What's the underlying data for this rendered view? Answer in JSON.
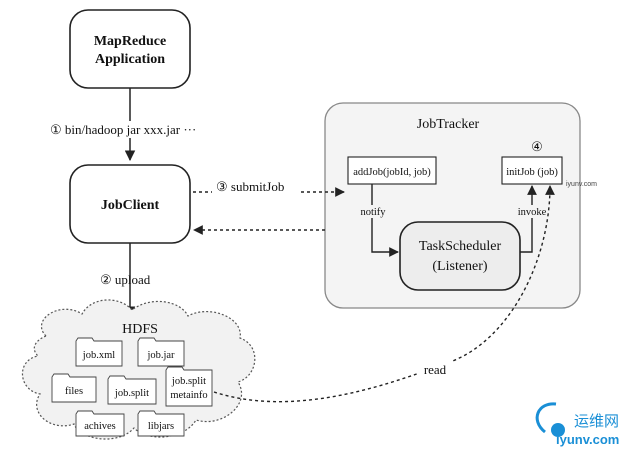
{
  "nodes": {
    "app_line1": "MapReduce",
    "app_line2": "Application",
    "jobclient": "JobClient",
    "jobtracker": "JobTracker",
    "addjob": "addJob(jobId, job)",
    "initjob": "initJob (job)",
    "scheduler_line1": "TaskScheduler",
    "scheduler_line2": "(Listener)",
    "hdfs": "HDFS"
  },
  "hdfs_files": [
    "job.xml",
    "job.jar",
    "files",
    "job.split",
    "job.split",
    "metainfo",
    "achives",
    "libjars"
  ],
  "steps": {
    "step1": "① bin/hadoop jar xxx.jar ···",
    "step2": "② upload",
    "step3": "③ submitJob",
    "step4": "④"
  },
  "edges": {
    "notify": "notify",
    "invoke": "invoke",
    "read": "read"
  },
  "watermark": {
    "brand_cn": "运维网",
    "brand_url": "iyunv.com",
    "small": "iyunv.com"
  },
  "colors": {
    "stroke": "#222222",
    "tracker_bg": "#f4f4f4",
    "scheduler_bg": "#ededed",
    "cloud_bg": "#f2f2f2",
    "watermark_blue": "#1a8fd6"
  }
}
